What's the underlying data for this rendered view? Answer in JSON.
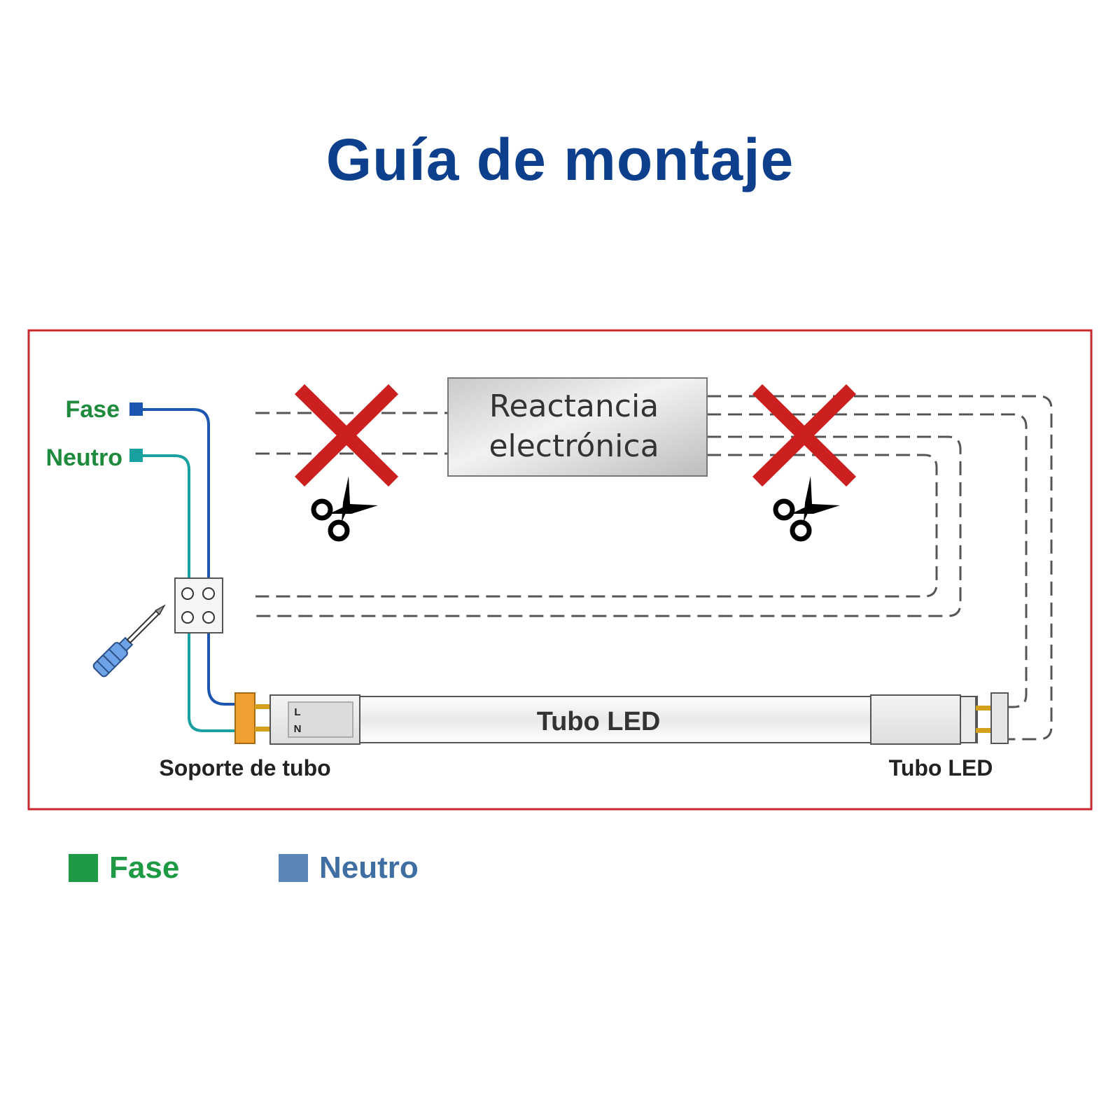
{
  "title": "Guía de montaje",
  "diagram": {
    "ballast_line1": "Reactancia",
    "ballast_line2": "electrónica",
    "wire_label_phase": "Fase",
    "wire_label_neutral": "Neutro",
    "tube_label": "Tubo LED",
    "pin_l": "L",
    "pin_n": "N",
    "caption_holder": "Soporte de tubo",
    "caption_tube": "Tubo LED"
  },
  "legend": [
    {
      "label": "Fase",
      "color": "#1e9a44"
    },
    {
      "label": "Neutro",
      "color": "#5b87b8"
    }
  ],
  "colors": {
    "title": "#0d3f8c",
    "frame": "#c8282e",
    "phase_wire": "#1d56b0",
    "neutral_wire": "#1aa0a0",
    "wire_label": "#1e8a3c",
    "cross": "#cc1f1f",
    "dashed_wire": "#555555",
    "holder": "#f0a030"
  }
}
